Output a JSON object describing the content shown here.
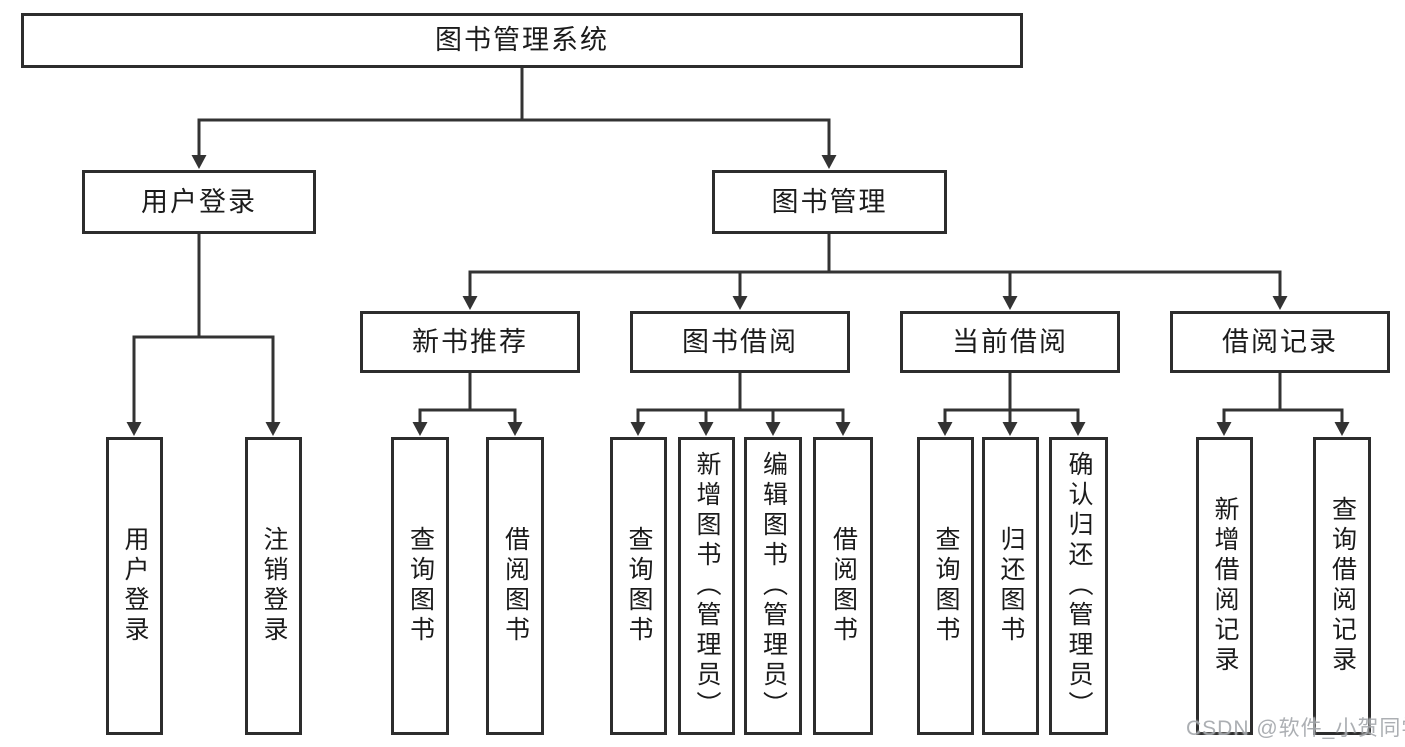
{
  "diagram": {
    "root": {
      "label": "图书管理系统"
    },
    "branches": [
      {
        "label": "用户登录",
        "children": [
          {
            "label": "用户登录"
          },
          {
            "label": "注销登录"
          }
        ]
      },
      {
        "label": "图书管理",
        "children": [
          {
            "label": "新书推荐",
            "children": [
              {
                "label": "查询图书"
              },
              {
                "label": "借阅图书"
              }
            ]
          },
          {
            "label": "图书借阅",
            "children": [
              {
                "label": "查询图书"
              },
              {
                "label": "新增图书（管理员）"
              },
              {
                "label": "编辑图书（管理员）"
              },
              {
                "label": "借阅图书"
              }
            ]
          },
          {
            "label": "当前借阅",
            "children": [
              {
                "label": "查询图书"
              },
              {
                "label": "归还图书"
              },
              {
                "label": "确认归还（管理员）"
              }
            ]
          },
          {
            "label": "借阅记录",
            "children": [
              {
                "label": "新增借阅记录"
              },
              {
                "label": "查询借阅记录"
              }
            ]
          }
        ]
      }
    ]
  },
  "watermark": {
    "text": "CSDN @软件_小贺同学"
  },
  "colors": {
    "line": "#333333",
    "box_border": "#2d2d2d",
    "box_fill": "#ffffff",
    "text": "#1b1b1b",
    "watermark": "#a5a9ad",
    "background": "#ffffff"
  }
}
